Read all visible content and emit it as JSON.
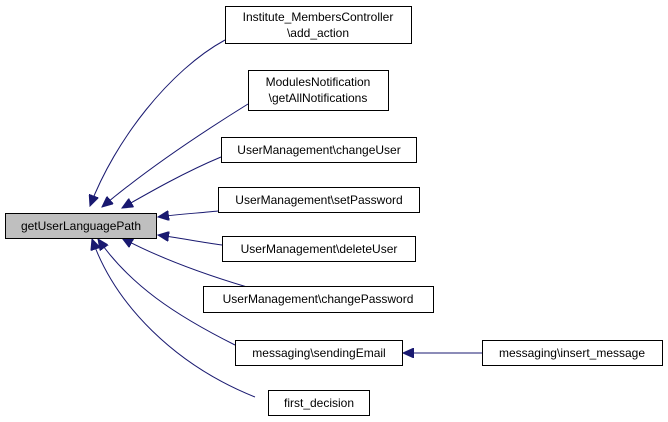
{
  "graph": {
    "root": {
      "id": "root",
      "label": "getUserLanguagePath"
    },
    "nodes": [
      {
        "id": "n1",
        "lines": [
          "Institute_MembersController",
          "\\add_action"
        ]
      },
      {
        "id": "n2",
        "lines": [
          "ModulesNotification",
          "\\getAllNotifications"
        ]
      },
      {
        "id": "n3",
        "lines": [
          "UserManagement\\changeUser"
        ]
      },
      {
        "id": "n4",
        "lines": [
          "UserManagement\\setPassword"
        ]
      },
      {
        "id": "n5",
        "lines": [
          "UserManagement\\deleteUser"
        ]
      },
      {
        "id": "n6",
        "lines": [
          "UserManagement\\changePassword"
        ]
      },
      {
        "id": "n7",
        "lines": [
          "messaging\\sendingEmail"
        ]
      },
      {
        "id": "n8",
        "lines": [
          "first_decision"
        ]
      },
      {
        "id": "n9",
        "lines": [
          "messaging\\insert_message"
        ]
      }
    ],
    "edges": [
      {
        "from": "n1",
        "to": "root"
      },
      {
        "from": "n2",
        "to": "root"
      },
      {
        "from": "n3",
        "to": "root"
      },
      {
        "from": "n4",
        "to": "root"
      },
      {
        "from": "n5",
        "to": "root"
      },
      {
        "from": "n6",
        "to": "root"
      },
      {
        "from": "n7",
        "to": "root"
      },
      {
        "from": "n8",
        "to": "root"
      },
      {
        "from": "n9",
        "to": "n7"
      }
    ],
    "colors": {
      "edge": "#191970",
      "root_fill": "#bfbfbf",
      "node_fill": "#ffffff",
      "border": "#000000"
    }
  }
}
